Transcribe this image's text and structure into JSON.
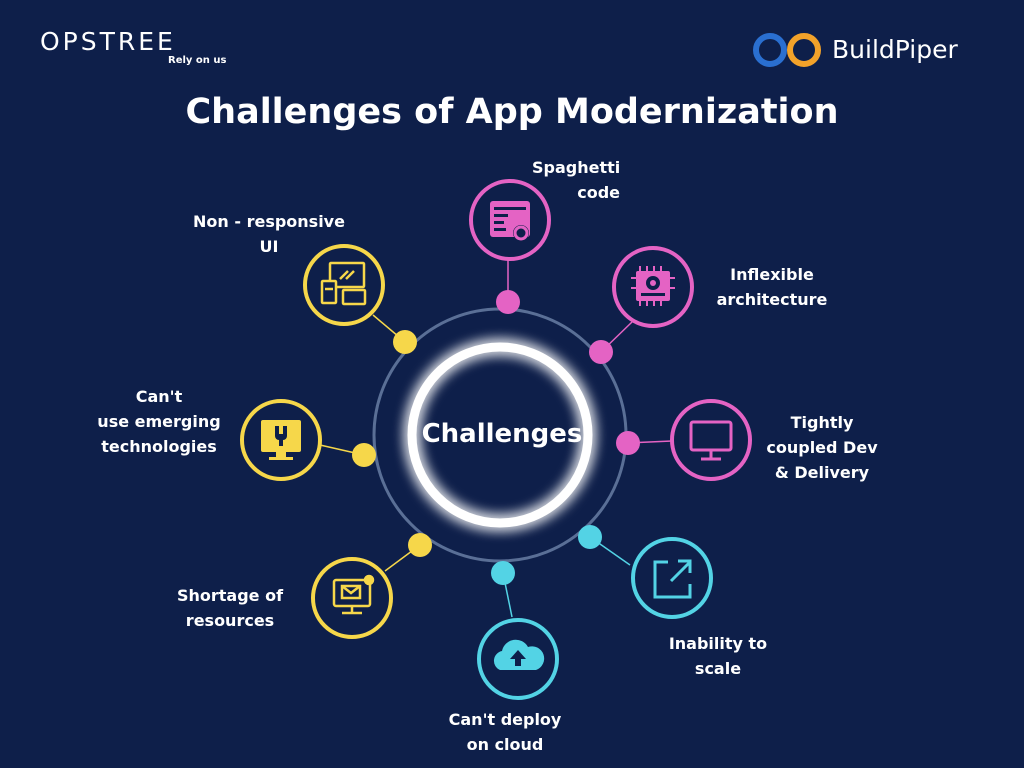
{
  "header": {
    "opstree_logo": "OPSTREE",
    "opstree_tagline": "Rely on us",
    "buildpiper_name": "BuildPiper"
  },
  "title": "Challenges of App Modernization",
  "center_label": "Challenges",
  "colors": {
    "background": "#0e1f4a",
    "yellow": "#f6d74a",
    "pink": "#e463c4",
    "cyan": "#53d3e5",
    "ring": "#5a6f96",
    "glow": "#ffffff",
    "bp_blue": "#2a6fd0",
    "bp_orange": "#f2a22a"
  },
  "challenges": [
    {
      "id": "spaghetti",
      "label": "Spaghetti\ncode",
      "color": "pink",
      "icon": "code-window-gear-icon"
    },
    {
      "id": "inflexible",
      "label": "Inflexible\narchitecture",
      "color": "pink",
      "icon": "chip-gear-icon"
    },
    {
      "id": "coupled",
      "label": "Tightly\ncoupled Dev\n& Delivery",
      "color": "pink",
      "icon": "monitor-icon"
    },
    {
      "id": "scale",
      "label": "Inability to\nscale",
      "color": "cyan",
      "icon": "expand-arrow-icon"
    },
    {
      "id": "cloud",
      "label": "Can't deploy\non cloud",
      "color": "cyan",
      "icon": "cloud-upload-icon"
    },
    {
      "id": "resources",
      "label": "Shortage of\nresources",
      "color": "yellow",
      "icon": "computer-mail-icon"
    },
    {
      "id": "emerging",
      "label": "Can't\nuse emerging\ntechnologies",
      "color": "yellow",
      "icon": "monitor-wrench-icon"
    },
    {
      "id": "ui",
      "label": "Non - responsive\nUI",
      "color": "yellow",
      "icon": "multi-device-icon"
    }
  ]
}
